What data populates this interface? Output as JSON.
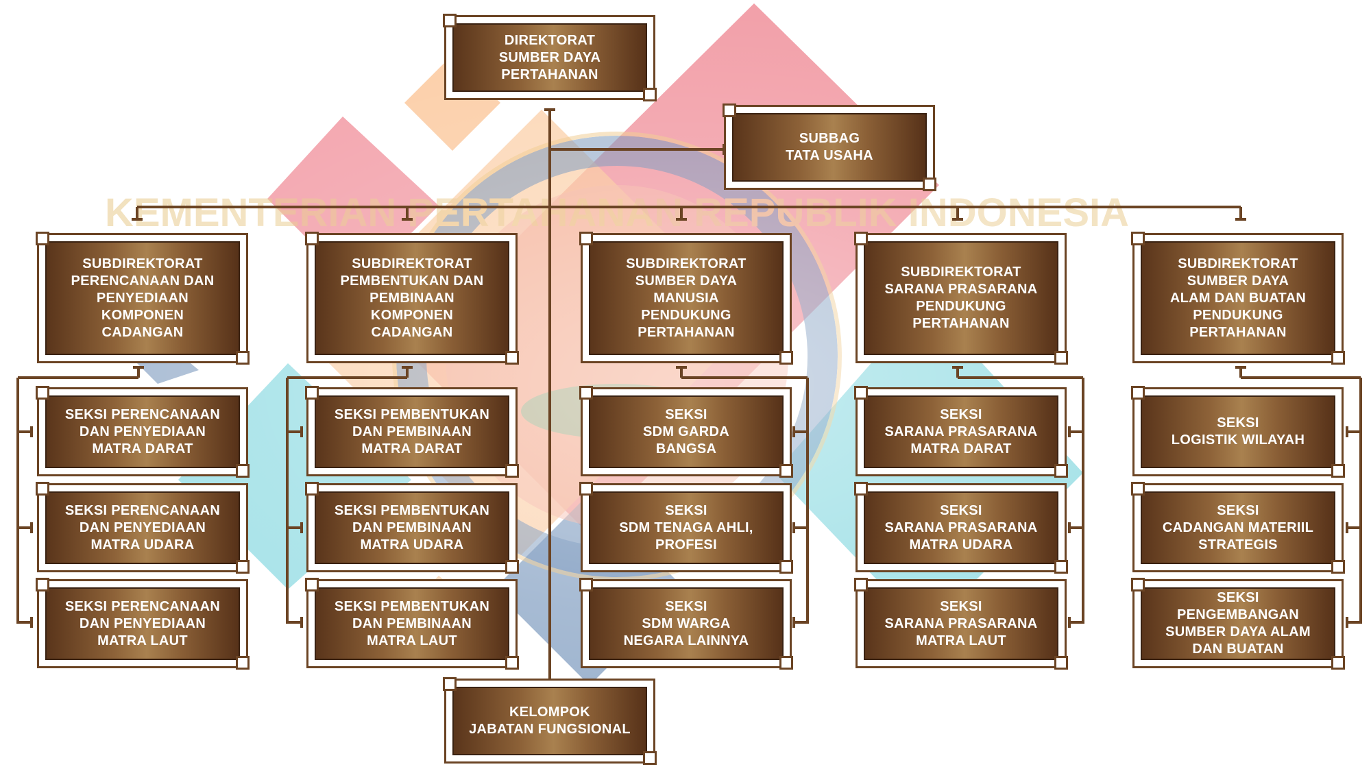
{
  "head": "DIREKTORAT\nSUMBER DAYA\nPERTAHANAN",
  "staff": "SUBBAG\nTATA USAHA",
  "functional": "KELOMPOK\nJABATAN FUNGSIONAL",
  "emblem_text": "KEMENTERIAN PERTAHANAN REPUBLIK INDONESIA",
  "columns": [
    {
      "title": "SUBDIREKTORAT\nPERENCANAAN DAN\nPENYEDIAAN\nKOMPONEN\nCADANGAN",
      "sections": [
        "SEKSI PERENCANAAN\nDAN PENYEDIAAN\nMATRA DARAT",
        "SEKSI PERENCANAAN\nDAN PENYEDIAAN\nMATRA UDARA",
        "SEKSI PERENCANAAN\nDAN PENYEDIAAN\nMATRA LAUT"
      ]
    },
    {
      "title": "SUBDIREKTORAT\nPEMBENTUKAN DAN\nPEMBINAAN\nKOMPONEN\nCADANGAN",
      "sections": [
        "SEKSI PEMBENTUKAN\nDAN PEMBINAAN\nMATRA DARAT",
        "SEKSI PEMBENTUKAN\nDAN PEMBINAAN\nMATRA UDARA",
        "SEKSI PEMBENTUKAN\nDAN PEMBINAAN\nMATRA LAUT"
      ]
    },
    {
      "title": "SUBDIREKTORAT\nSUMBER DAYA\nMANUSIA\nPENDUKUNG\nPERTAHANAN",
      "sections": [
        "SEKSI\nSDM GARDA\nBANGSA",
        "SEKSI\nSDM TENAGA AHLI,\nPROFESI",
        "SEKSI\nSDM WARGA\nNEGARA LAINNYA"
      ]
    },
    {
      "title": "SUBDIREKTORAT\nSARANA PRASARANA\nPENDUKUNG\nPERTAHANAN",
      "sections": [
        "SEKSI\nSARANA PRASARANA\nMATRA DARAT",
        "SEKSI\nSARANA PRASARANA\nMATRA UDARA",
        "SEKSI\nSARANA PRASARANA\nMATRA LAUT"
      ]
    },
    {
      "title": "SUBDIREKTORAT\nSUMBER DAYA\nALAM DAN BUATAN\nPENDUKUNG\nPERTAHANAN",
      "sections": [
        "SEKSI\nLOGISTIK WILAYAH",
        "SEKSI\nCADANGAN MATERIIL\nSTRATEGIS",
        "SEKSI\nPENGEMBANGAN\nSUMBER DAYA ALAM\nDAN BUATAN"
      ]
    }
  ],
  "colors": {
    "box_dark": "#5a351b",
    "box_light": "#a9814f",
    "line": "#6b4424",
    "red": "#f08f9a",
    "orange": "#fbc79a",
    "teal": "#7fd6de",
    "blue": "#6f90b8"
  }
}
